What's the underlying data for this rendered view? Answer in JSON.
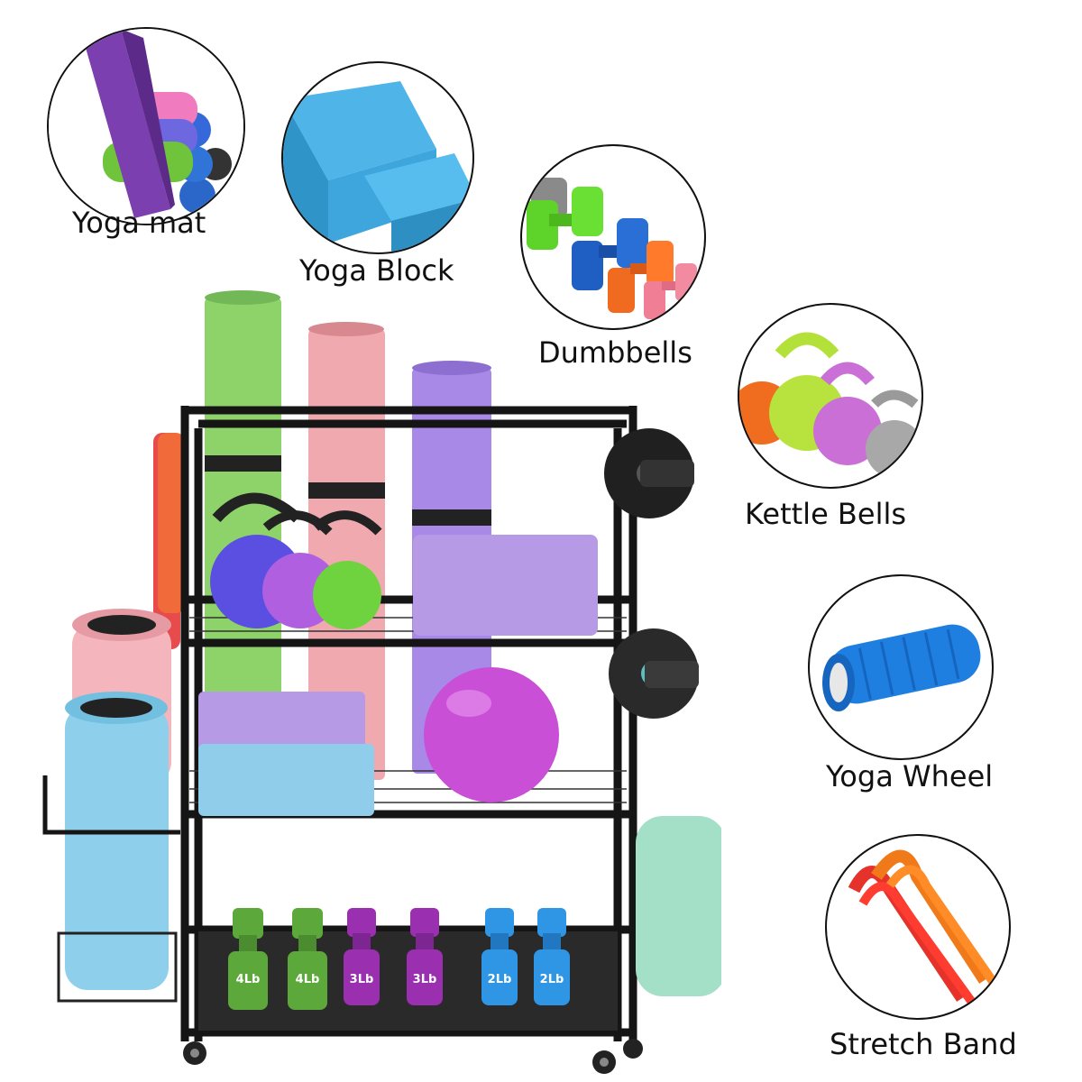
{
  "labels": {
    "yoga_mat": "Yoga mat",
    "yoga_block": "Yoga Block",
    "dumbbells": "Dumbbells",
    "kettle_bells": "Kettle Bells",
    "yoga_wheel": "Yoga Wheel",
    "stretch_band": "Stretch Band"
  },
  "dumbbell_tags": [
    "4Lb",
    "4Lb",
    "3Lb",
    "3Lb",
    "2Lb",
    "2Lb"
  ],
  "colors": {
    "frame": "#151515",
    "mat_green": "#8dd36a",
    "mat_pink": "#f0a9ae",
    "mat_purple": "#a889e8",
    "block_lilac": "#b69ae6",
    "block_blue": "#8fcdea",
    "ball_magenta": "#c94fd6",
    "roller_blue": "#8ed0ec",
    "roller_pink": "#f4b5bd",
    "wheel_mint": "#a3e0c7"
  }
}
